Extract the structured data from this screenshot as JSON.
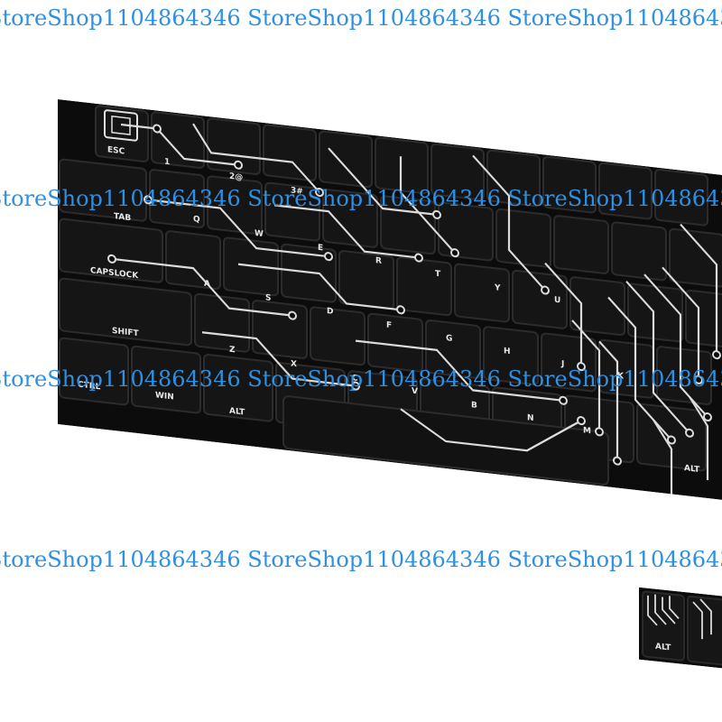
{
  "watermark": {
    "text": "StoreShop1104864346 StoreShop1104864346 StoreShop1104864346 Store"
  },
  "keyboard": {
    "row_esc": [
      "ESC",
      "1",
      "2@",
      "3#"
    ],
    "row_top_labels": [
      "TAB",
      "Q",
      "W",
      "E",
      "R",
      "T",
      "Y",
      "U"
    ],
    "row_home_labels": [
      "CAPSLOCK",
      "A",
      "S",
      "D",
      "F",
      "G",
      "H",
      "J",
      "K"
    ],
    "row_shift_labels": [
      "SHIFT",
      "Z",
      "X",
      "C",
      "V",
      "B",
      "N",
      "M"
    ],
    "row_bottom_labels": [
      "CTRL",
      "WIN",
      "ALT",
      "ALT"
    ]
  },
  "small_keys": {
    "labels": [
      "ALT"
    ]
  },
  "colors": {
    "watermark": "#2f8fe0",
    "keycap": "#141414",
    "trace": "#dcdcdc"
  }
}
